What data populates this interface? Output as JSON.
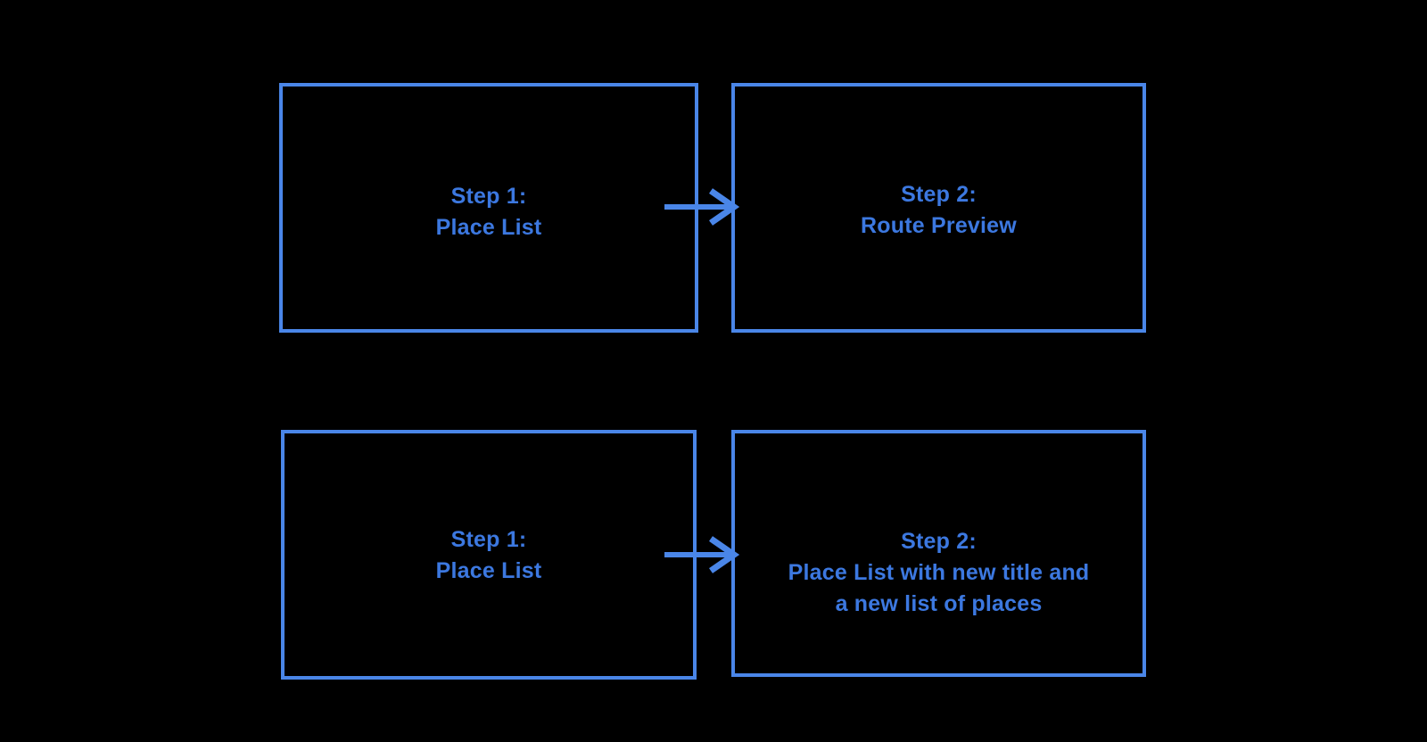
{
  "colors": {
    "background": "#000000",
    "box_border": "#4a86e8",
    "box_text": "#3c78e0",
    "arrow": "#4a86e8"
  },
  "diagram": {
    "rows": [
      {
        "boxes": [
          {
            "lines": [
              "Step 1:",
              "Place List"
            ]
          },
          {
            "lines": [
              "Step 2:",
              "Route Preview"
            ]
          }
        ]
      },
      {
        "boxes": [
          {
            "lines": [
              "Step 1:",
              "Place List"
            ]
          },
          {
            "lines": [
              "Step 2:",
              "Place List with new title and",
              "a new list of places"
            ]
          }
        ]
      }
    ]
  }
}
